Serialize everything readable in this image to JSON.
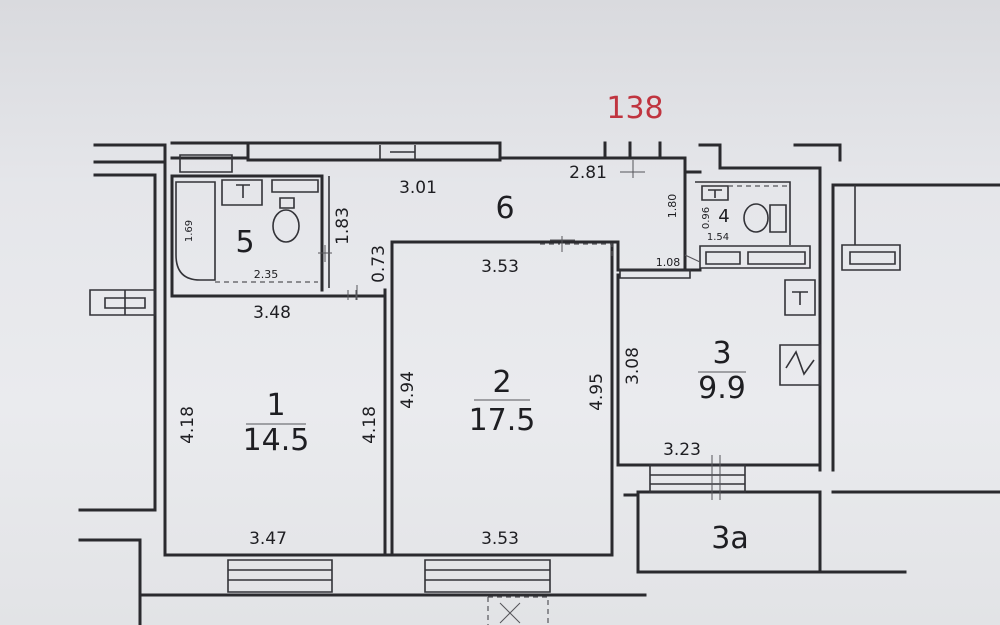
{
  "plan": {
    "building_number": "138",
    "colors": {
      "ink": "#1e1e22",
      "accent": "#c0343f",
      "paper": "#e6e7ea"
    },
    "rooms": [
      {
        "id": "1",
        "number": "1",
        "area": "14.5"
      },
      {
        "id": "2",
        "number": "2",
        "area": "17.5"
      },
      {
        "id": "3",
        "number": "3",
        "area": "9.9"
      },
      {
        "id": "3a",
        "number": "3а",
        "area": ""
      },
      {
        "id": "4",
        "number": "4",
        "area": ""
      },
      {
        "id": "5",
        "number": "5",
        "area": ""
      },
      {
        "id": "6",
        "number": "6",
        "area": ""
      }
    ],
    "dimensions": {
      "d301": "3.01",
      "d281": "2.81",
      "d183": "1.83",
      "d073": "0.73",
      "d169": "1.69",
      "d235": "2.35",
      "d348": "3.48",
      "d418a": "4.18",
      "d418b": "4.18",
      "d347": "3.47",
      "d353a": "3.53",
      "d353b": "3.53",
      "d494": "4.94",
      "d495": "4.95",
      "d308": "3.08",
      "d323": "3.23",
      "d180": "1.80",
      "d096": "0.96",
      "d154": "1.54",
      "d108": "1.08"
    }
  }
}
